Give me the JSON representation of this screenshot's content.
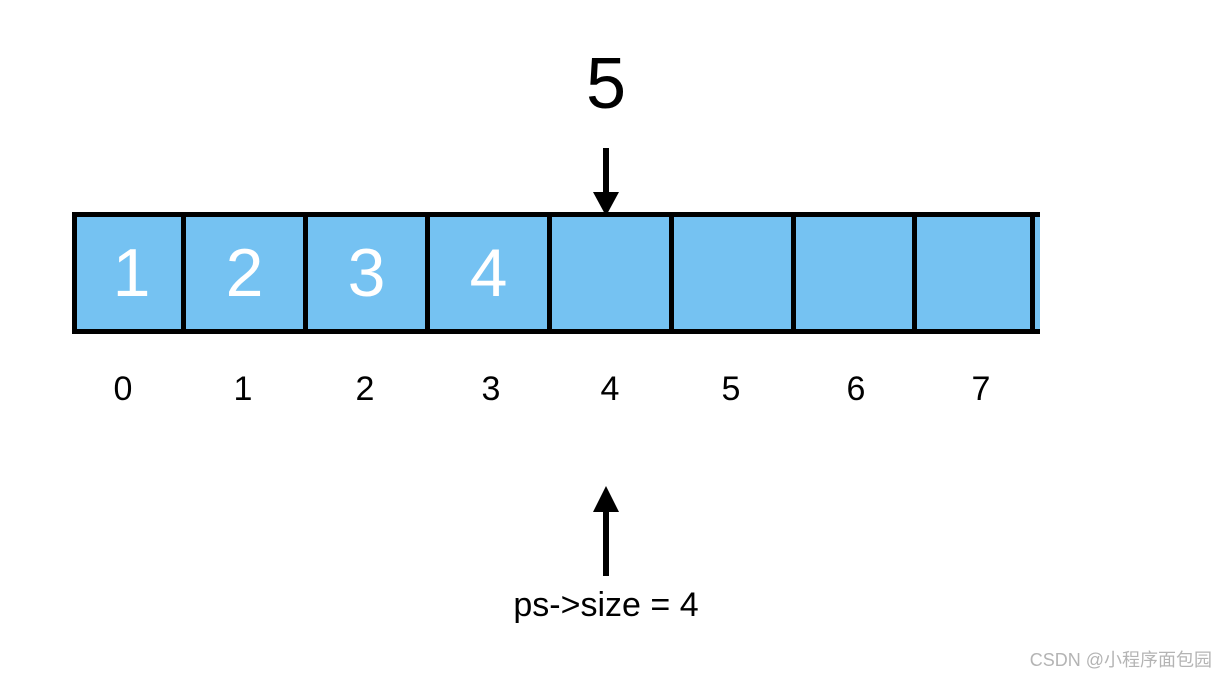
{
  "insert": {
    "value": "5"
  },
  "array": {
    "cells": [
      "1",
      "2",
      "3",
      "4",
      "",
      "",
      "",
      ""
    ],
    "indices": [
      "0",
      "1",
      "2",
      "3",
      "4",
      "5",
      "6",
      "7"
    ],
    "fill_color": "#75c2f2",
    "text_color": "#ffffff",
    "border_color": "#000000"
  },
  "pointer": {
    "label": "ps->size = 4"
  },
  "watermark": {
    "text": "CSDN @小程序面包园"
  }
}
